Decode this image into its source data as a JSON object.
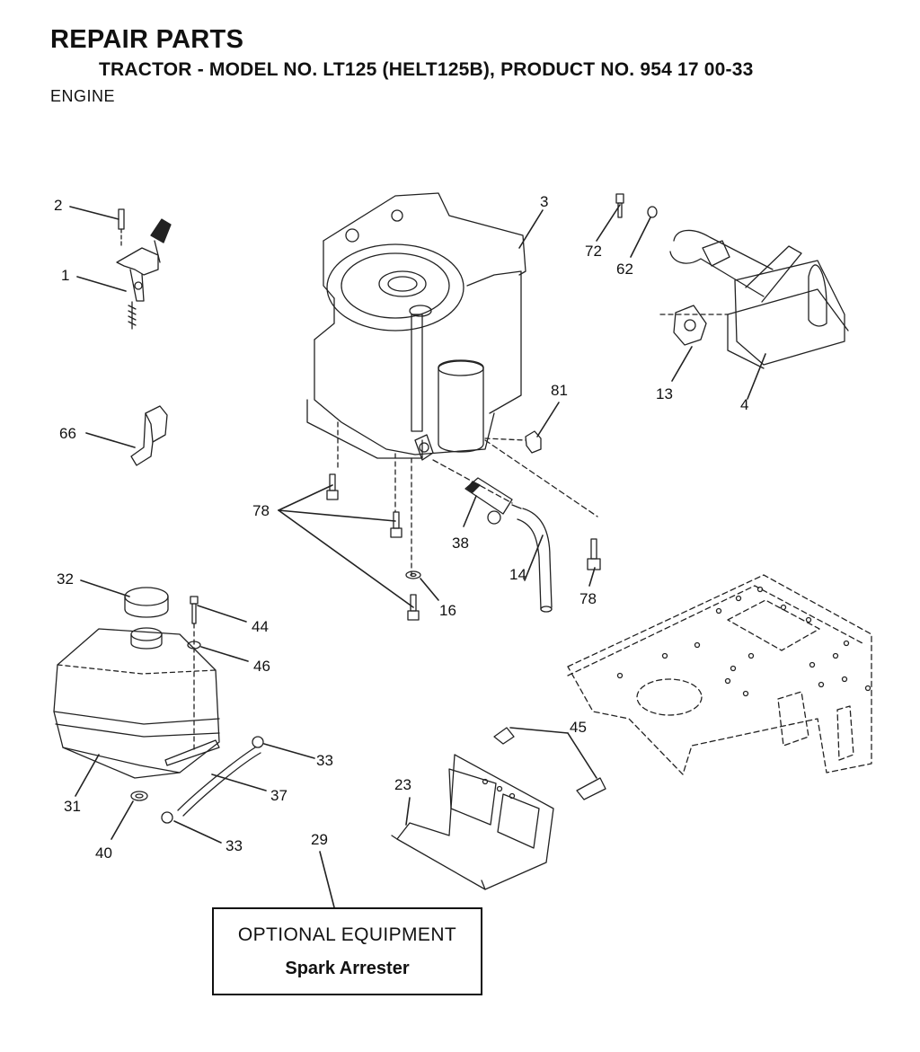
{
  "header": {
    "title": "REPAIR PARTS",
    "subtitle": "TRACTOR - MODEL NO. LT125 (HELT125B), PRODUCT NO. 954 17 00-33",
    "section": "ENGINE"
  },
  "callouts": [
    {
      "id": "c1",
      "label": "1"
    },
    {
      "id": "c2",
      "label": "2"
    },
    {
      "id": "c3",
      "label": "3"
    },
    {
      "id": "c4",
      "label": "4"
    },
    {
      "id": "c13",
      "label": "13"
    },
    {
      "id": "c14",
      "label": "14"
    },
    {
      "id": "c16",
      "label": "16"
    },
    {
      "id": "c23",
      "label": "23"
    },
    {
      "id": "c29",
      "label": "29"
    },
    {
      "id": "c31",
      "label": "31"
    },
    {
      "id": "c32",
      "label": "32"
    },
    {
      "id": "c33a",
      "label": "33"
    },
    {
      "id": "c33b",
      "label": "33"
    },
    {
      "id": "c37",
      "label": "37"
    },
    {
      "id": "c38",
      "label": "38"
    },
    {
      "id": "c40",
      "label": "40"
    },
    {
      "id": "c44",
      "label": "44"
    },
    {
      "id": "c45",
      "label": "45"
    },
    {
      "id": "c46",
      "label": "46"
    },
    {
      "id": "c62",
      "label": "62"
    },
    {
      "id": "c66",
      "label": "66"
    },
    {
      "id": "c72",
      "label": "72"
    },
    {
      "id": "c78a",
      "label": "78"
    },
    {
      "id": "c78b",
      "label": "78"
    },
    {
      "id": "c81",
      "label": "81"
    }
  ],
  "optional_equipment": {
    "heading": "OPTIONAL EQUIPMENT",
    "item": "Spark Arrester"
  }
}
